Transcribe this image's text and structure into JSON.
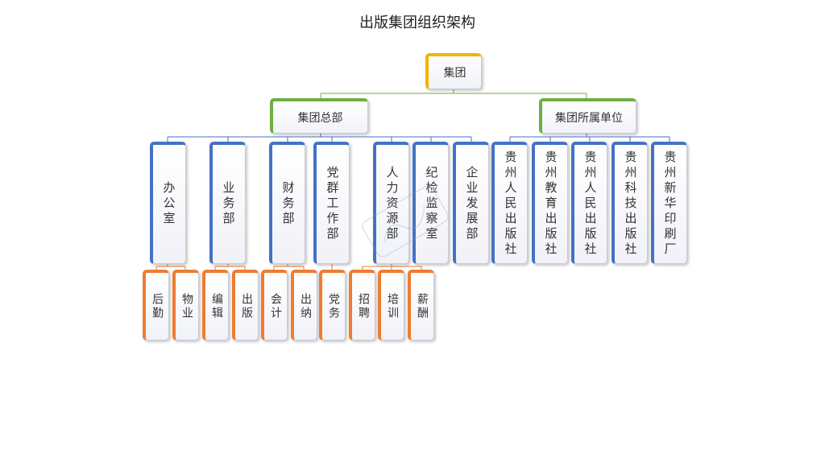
{
  "title": "出版集团组织架构",
  "root": "集团",
  "groups": {
    "hq": "集团总部",
    "affiliates": "集团所属单位"
  },
  "departments": [
    "办公室",
    "业务部",
    "财务部",
    "党群工作部",
    "人力资源部",
    "纪检监察室",
    "企业发展部"
  ],
  "affiliate_units": [
    "贵州人民出版社",
    "贵州教育出版社",
    "贵州人民出版社",
    "贵州科技出版社",
    "贵州新华印刷厂"
  ],
  "subunits": [
    "后勤",
    "物业",
    "编辑",
    "出版",
    "会计",
    "出纳",
    "党务",
    "招聘",
    "培训",
    "薪酬"
  ],
  "colors": {
    "level0": "#f2b300",
    "level1": "#6fae43",
    "level2": "#4472c4",
    "level3": "#ed7d31",
    "connector_level1": "#6fae43",
    "connector_level2": "#4472c4",
    "connector_level3": "#ed7d31"
  }
}
